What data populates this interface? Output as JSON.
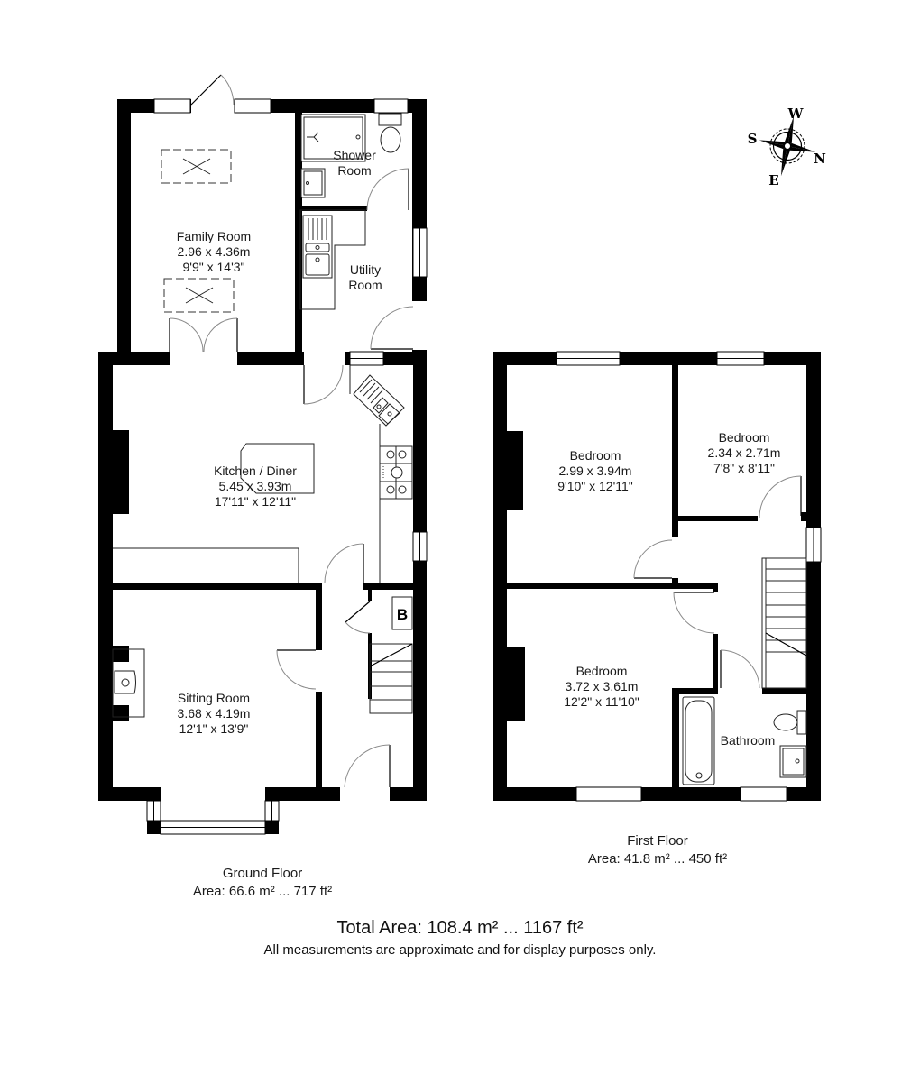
{
  "floorplan": {
    "ground_floor": {
      "title": "Ground Floor",
      "area": "Area: 66.6 m² ... 717 ft²",
      "rooms": {
        "family_room": {
          "name": "Family Room",
          "metric": "2.96 x 4.36m",
          "imperial": "9'9\" x 14'3\""
        },
        "shower_room": {
          "name_line1": "Shower",
          "name_line2": "Room"
        },
        "utility_room": {
          "name_line1": "Utility",
          "name_line2": "Room"
        },
        "kitchen_diner": {
          "name": "Kitchen / Diner",
          "metric": "5.45 x 3.93m",
          "imperial": "17'11\" x 12'11\""
        },
        "sitting_room": {
          "name": "Sitting Room",
          "metric": "3.68 x 4.19m",
          "imperial": "12'1\" x 13'9\""
        }
      },
      "boiler_label": "B"
    },
    "first_floor": {
      "title": "First Floor",
      "area": "Area: 41.8 m² ... 450 ft²",
      "rooms": {
        "bedroom_1": {
          "name": "Bedroom",
          "metric": "2.99 x 3.94m",
          "imperial": "9'10\" x 12'11\""
        },
        "bedroom_2": {
          "name": "Bedroom",
          "metric": "2.34 x 2.71m",
          "imperial": "7'8\" x 8'11\""
        },
        "bedroom_3": {
          "name": "Bedroom",
          "metric": "3.72 x 3.61m",
          "imperial": "12'2\" x 11'10\""
        },
        "bathroom": {
          "name": "Bathroom"
        }
      }
    },
    "total_area": "Total Area: 108.4 m² ... 1167 ft²",
    "disclaimer": "All measurements are approximate and for display purposes only.",
    "compass": {
      "north": "N",
      "south": "S",
      "east": "E",
      "west": "W"
    }
  },
  "colors": {
    "wall": "#000000",
    "background": "#ffffff",
    "text": "#1a1a1a",
    "door_swing": "#8a8a8a"
  }
}
